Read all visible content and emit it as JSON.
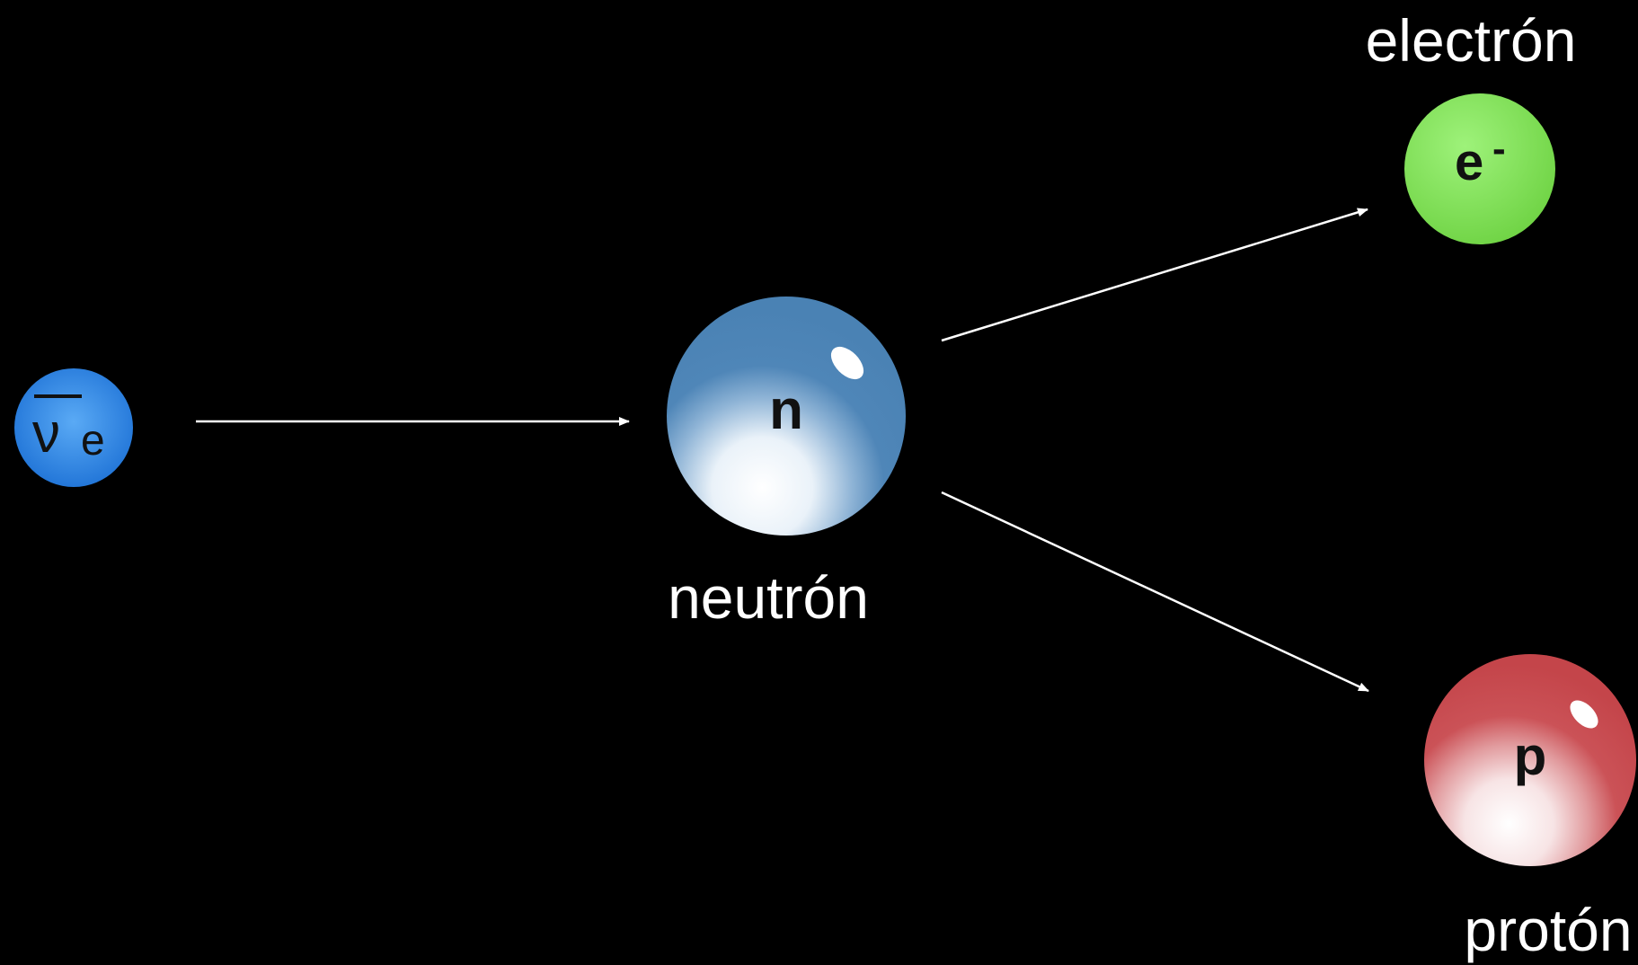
{
  "particles": {
    "antineutrino": {
      "symbol": "ν",
      "subscript": "e",
      "color": "#2f86e6"
    },
    "neutron": {
      "symbol": "n",
      "label": "neutrón",
      "color": "#4f86b8"
    },
    "electron": {
      "symbol": "e",
      "superscript": "-",
      "label": "electrón",
      "color": "#7fdc4e"
    },
    "proton": {
      "symbol": "p",
      "label": "protón",
      "color": "#c8474c"
    }
  },
  "colors": {
    "background": "#000000",
    "arrow": "#ffffff",
    "label_text": "#ffffff"
  }
}
